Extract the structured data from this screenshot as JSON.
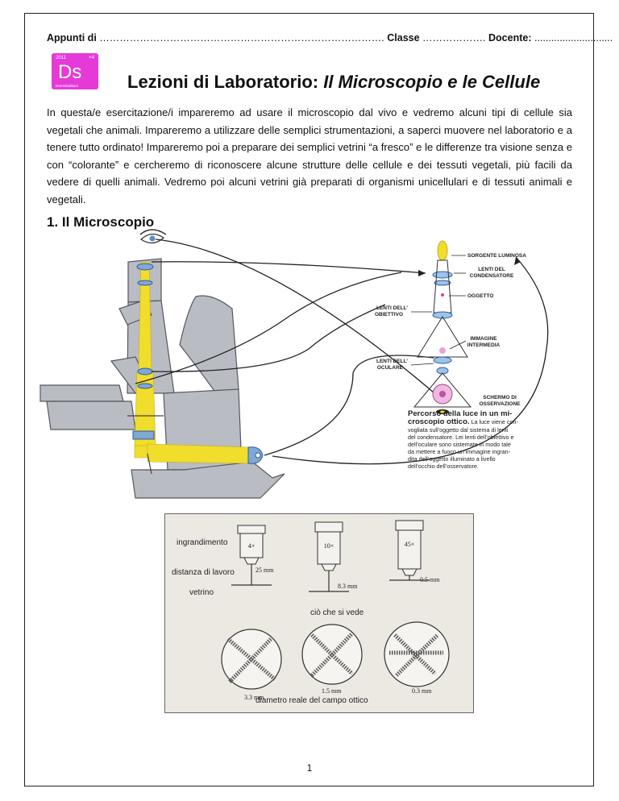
{
  "header": {
    "appunti_label": "Appunti di",
    "appunti_dots": "………………………………………………………………………….",
    "classe_label": "Classe",
    "classe_dots": "……………….",
    "docente_label": "Docente:",
    "docente_dots": "............................"
  },
  "logo": {
    "year": "2011",
    "oxidation": "+4",
    "symbol": "Ds",
    "name": "Darmstadtium"
  },
  "title": {
    "main": "Lezioni di Laboratorio: ",
    "italic": "Il Microscopio e le Cellule"
  },
  "intro": "In questa/e esercitazione/i impareremo ad usare il microscopio dal vivo e vedremo alcuni tipi di cellule sia vegetali che animali. Impareremo a utilizzare delle semplici strumentazioni, a saperci muovere nel laboratorio e a tenere tutto ordinato! Impareremo poi a preparare dei semplici vetrini “a fresco” e le differenze tra visione senza e con “colorante” e cercheremo di riconoscere alcune strutture delle cellule e dei tessuti vegetali, più facili da vedere di quelli animali. Vedremo poi alcuni vetrini già preparati di organismi unicellulari e di tessuti animali e vegetali.",
  "section": {
    "title": "1. Il Microscopio"
  },
  "diagram": {
    "labels": {
      "sorgente": "SORGENTE LUMINOSA",
      "condensatore_1": "LENTI DEL",
      "condensatore_2": "CONDENSATORE",
      "oggetto": "OGGETTO",
      "obiettivo_1": "LENTI DELL’",
      "obiettivo_2": "OBIETTIVO",
      "immagine_1": "IMMAGINE",
      "immagine_2": "INTERMEDIA",
      "oculare_1": "LENTI DELL’",
      "oculare_2": "OCULARE",
      "schermo_1": "SCHERMO DI",
      "schermo_2": "OSSERVAZIONE"
    },
    "caption_bold_1": "Percorso della luce in un mi-",
    "caption_bold_2": "croscopio ottico.",
    "caption_rest_1": " La luce viene con-",
    "caption_lines": [
      "vogliata sull’oggetto dal sistema di lenti",
      "del condensatore. Lei lenti dell’obiettivo e",
      "dell’oculare sono sistemate in modo tale",
      "da mettere a fuoco un’immagine ingran-",
      "dita dell’oggetto illuminato a livello",
      "dell’occhio dell’osservatore."
    ]
  },
  "photo": {
    "ingrandimento": "ingrandimento",
    "distanza": "distanza di lavoro",
    "vetrino": "vetrino",
    "mag": [
      "4×",
      "10×",
      "45×"
    ],
    "dist": [
      "25 mm",
      "8.3 mm",
      "0.5 mm"
    ],
    "cio_che_si_vede": "ciò che si vede",
    "diam": [
      "3.3 mm",
      "1.5 mm",
      "0.3 mm"
    ],
    "diametro_reale": "diametro reale del campo ottico"
  },
  "page_number": "1"
}
